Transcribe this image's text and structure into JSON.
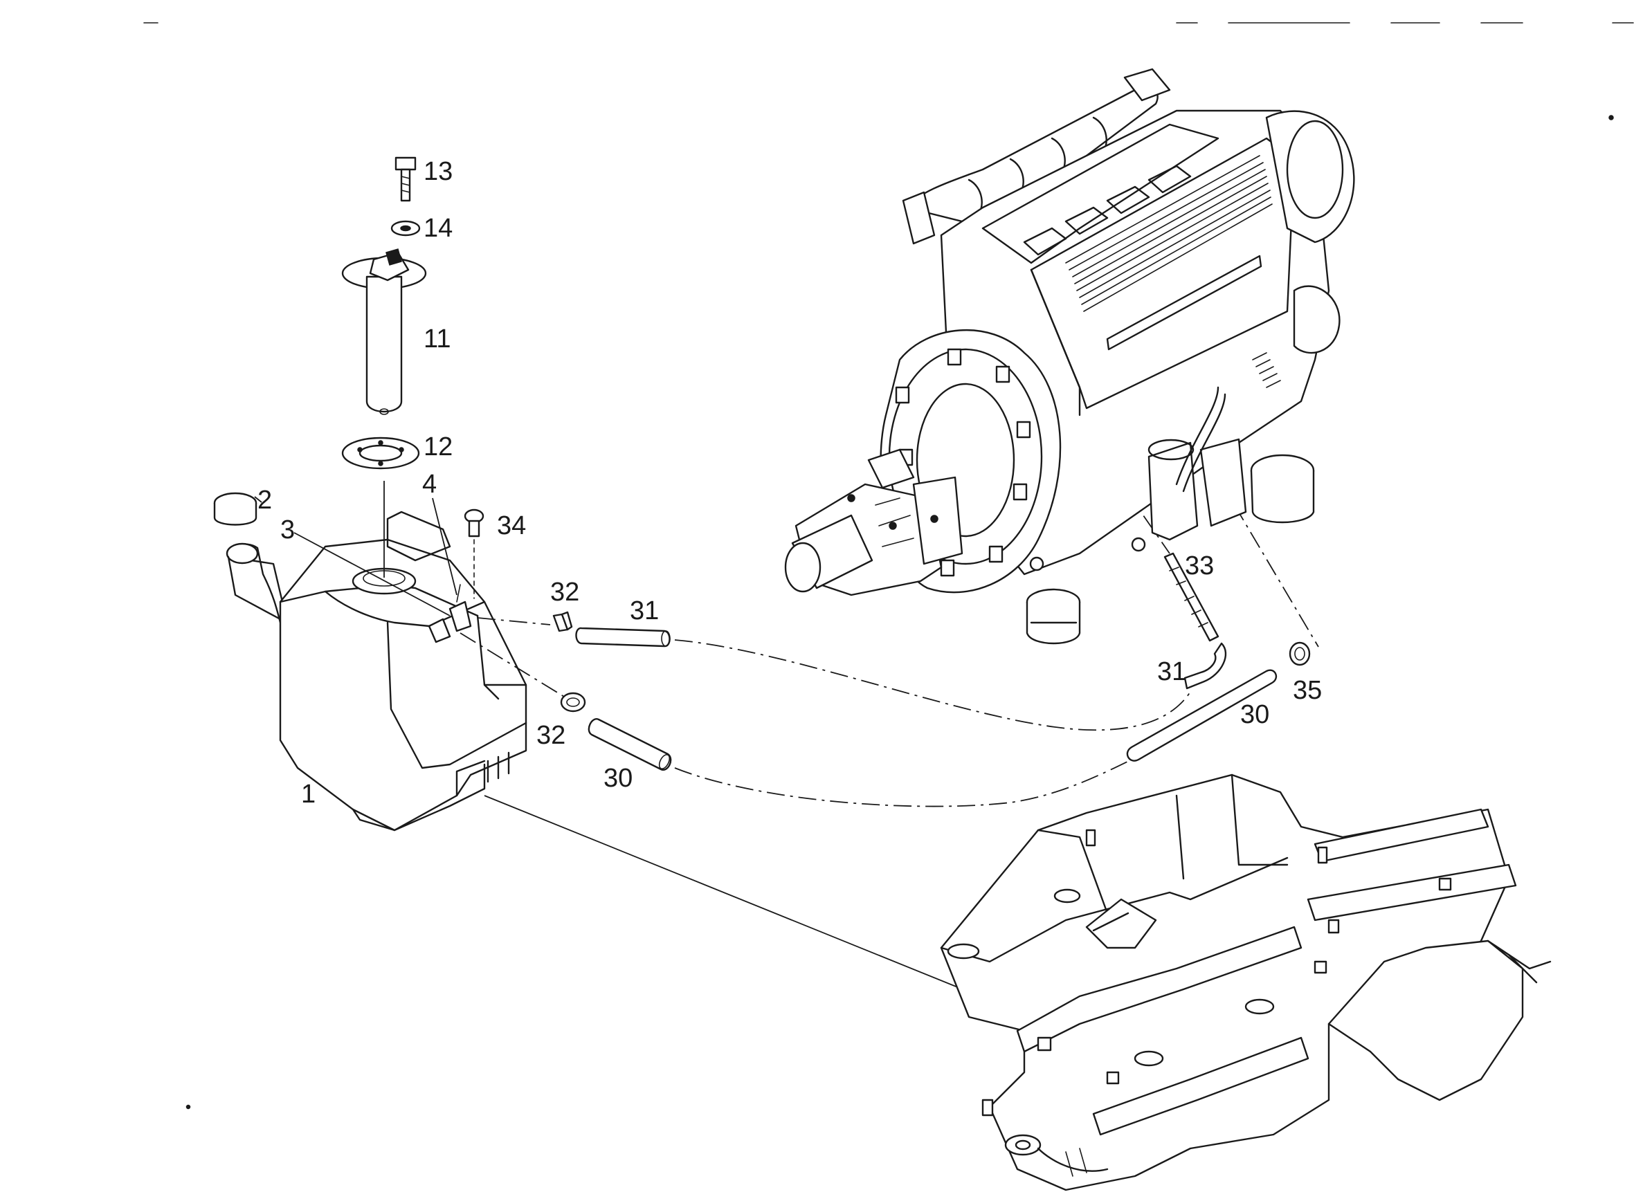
{
  "callouts": {
    "c1": "1",
    "c2": "2",
    "c3": "3",
    "c4": "4",
    "c11": "11",
    "c12": "12",
    "c13": "13",
    "c14": "14",
    "c30a": "30",
    "c30b": "30",
    "c31a": "31",
    "c31b": "31",
    "c32a": "32",
    "c32b": "32",
    "c33": "33",
    "c34": "34",
    "c35": "35"
  }
}
